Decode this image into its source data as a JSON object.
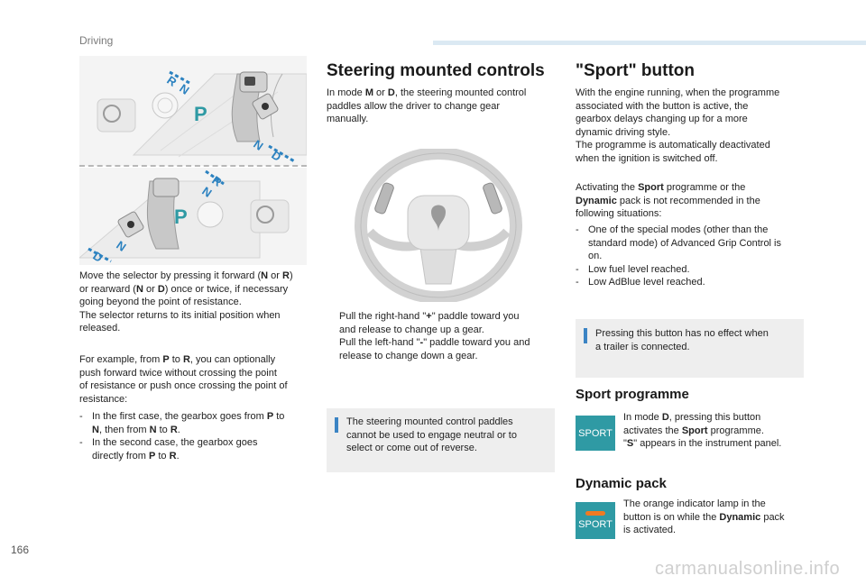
{
  "page": {
    "section": "Driving",
    "number": "166",
    "watermark": "carmanualsonline.info"
  },
  "colors": {
    "accent_bar": "#dbe9f3",
    "note_bar": "#3b84c4",
    "sport_teal": "#2f9aa4",
    "indicator_orange": "#f07a22",
    "gear_arrow_blue": "#2c82c0"
  },
  "illustrations": {
    "top": {
      "labels": [
        "R",
        "N",
        "P",
        "N",
        "D"
      ]
    },
    "bottom": {
      "labels": [
        "R",
        "N",
        "P",
        "N",
        "D"
      ]
    }
  },
  "left_column": {
    "p1": [
      {
        "t": "Move the selector by pressing it forward ("
      },
      {
        "t": "N",
        "b": true
      },
      {
        "t": " or "
      },
      {
        "t": "R",
        "b": true
      },
      {
        "t": ")"
      },
      {
        "br": true
      },
      {
        "t": "or rearward ("
      },
      {
        "t": "N",
        "b": true
      },
      {
        "t": " or "
      },
      {
        "t": "D",
        "b": true
      },
      {
        "t": ") once or twice, if necessary"
      },
      {
        "br": true
      },
      {
        "t": "going beyond the point of resistance."
      },
      {
        "br": true
      },
      {
        "t": "The selector returns to its initial position when"
      },
      {
        "br": true
      },
      {
        "t": "released."
      }
    ],
    "p2": [
      {
        "t": "For example, from "
      },
      {
        "t": "P",
        "b": true
      },
      {
        "t": " to "
      },
      {
        "t": "R",
        "b": true
      },
      {
        "t": ", you can optionally"
      },
      {
        "br": true
      },
      {
        "t": "push forward twice without crossing the point"
      },
      {
        "br": true
      },
      {
        "t": "of resistance or push once crossing the point of"
      },
      {
        "br": true
      },
      {
        "t": "resistance:"
      }
    ],
    "list": [
      {
        "dash": "-",
        "runs": [
          {
            "t": "In the first case, the gearbox goes from "
          },
          {
            "t": "P",
            "b": true
          },
          {
            "t": " to "
          },
          {
            "br": true
          },
          {
            "t": "N",
            "b": true
          },
          {
            "t": ", then from "
          },
          {
            "t": "N",
            "b": true
          },
          {
            "t": " to "
          },
          {
            "t": "R",
            "b": true
          },
          {
            "t": "."
          }
        ]
      },
      {
        "dash": "-",
        "runs": [
          {
            "t": "In the second case, the gearbox goes"
          },
          {
            "br": true
          },
          {
            "t": "directly from "
          },
          {
            "t": "P",
            "b": true
          },
          {
            "t": " to "
          },
          {
            "t": "R",
            "b": true
          },
          {
            "t": "."
          }
        ]
      }
    ]
  },
  "middle_column": {
    "heading": "Steering mounted controls",
    "intro": [
      {
        "t": "In mode "
      },
      {
        "t": "M",
        "b": true
      },
      {
        "t": " or "
      },
      {
        "t": "D",
        "b": true
      },
      {
        "t": ", the steering mounted control"
      },
      {
        "br": true
      },
      {
        "t": "paddles allow the driver to change gear"
      },
      {
        "br": true
      },
      {
        "t": "manually."
      }
    ],
    "bullets": [
      {
        "marker": "",
        "runs": [
          {
            "t": "Pull the right-hand \""
          },
          {
            "t": "+",
            "b": true
          },
          {
            "t": "\" paddle toward you"
          },
          {
            "br": true
          },
          {
            "t": "and release to change up a gear."
          }
        ]
      },
      {
        "marker": "",
        "runs": [
          {
            "t": "Pull the left-hand \""
          },
          {
            "t": "-",
            "b": true
          },
          {
            "t": "\" paddle toward you and"
          },
          {
            "br": true
          },
          {
            "t": "release to change down a gear."
          }
        ]
      }
    ],
    "note": [
      {
        "t": "The steering mounted control paddles"
      },
      {
        "br": true
      },
      {
        "t": "cannot be used to engage neutral or to"
      },
      {
        "br": true
      },
      {
        "t": "select or come out of reverse."
      }
    ]
  },
  "right_column": {
    "heading": "\"Sport\" button",
    "p1": [
      {
        "t": "With the engine running, when the programme"
      },
      {
        "br": true
      },
      {
        "t": "associated with the button is active, the"
      },
      {
        "br": true
      },
      {
        "t": "gearbox delays changing up for a more"
      },
      {
        "br": true
      },
      {
        "t": "dynamic driving style."
      },
      {
        "br": true
      },
      {
        "t": "The programme is automatically deactivated"
      },
      {
        "br": true
      },
      {
        "t": "when the ignition is switched off."
      }
    ],
    "p2": [
      {
        "t": "Activating the "
      },
      {
        "t": "Sport",
        "b": true
      },
      {
        "t": " programme or the"
      },
      {
        "br": true
      },
      {
        "t": "Dynamic",
        "b": true
      },
      {
        "t": " pack is not recommended in the"
      },
      {
        "br": true
      },
      {
        "t": "following situations:"
      }
    ],
    "list": [
      {
        "dash": "-",
        "runs": [
          {
            "t": "One of the special modes (other than the"
          },
          {
            "br": true
          },
          {
            "t": "standard mode) of Advanced Grip Control is"
          },
          {
            "br": true
          },
          {
            "t": "on."
          }
        ]
      },
      {
        "dash": "-",
        "runs": [
          {
            "t": "Low fuel level reached."
          }
        ]
      },
      {
        "dash": "-",
        "runs": [
          {
            "t": "Low AdBlue level reached."
          }
        ]
      }
    ],
    "note": [
      {
        "t": "Pressing this button has no effect when"
      },
      {
        "br": true
      },
      {
        "t": "a trailer is connected."
      }
    ],
    "sport_programme": {
      "heading": "Sport programme",
      "button_label": "SPORT",
      "text": [
        {
          "t": "In mode "
        },
        {
          "t": "D",
          "b": true
        },
        {
          "t": ", pressing this button"
        },
        {
          "br": true
        },
        {
          "t": "activates the "
        },
        {
          "t": "Sport",
          "b": true
        },
        {
          "t": " programme."
        },
        {
          "br": true
        },
        {
          "t": "\""
        },
        {
          "t": "S",
          "b": true
        },
        {
          "t": "\" appears in the instrument panel."
        }
      ]
    },
    "dynamic_pack": {
      "heading": "Dynamic pack",
      "button_label": "SPORT",
      "text": [
        {
          "t": "The orange indicator lamp in the"
        },
        {
          "br": true
        },
        {
          "t": "button is on while the "
        },
        {
          "t": "Dynamic",
          "b": true
        },
        {
          "t": " pack"
        },
        {
          "br": true
        },
        {
          "t": "is activated."
        }
      ]
    }
  }
}
